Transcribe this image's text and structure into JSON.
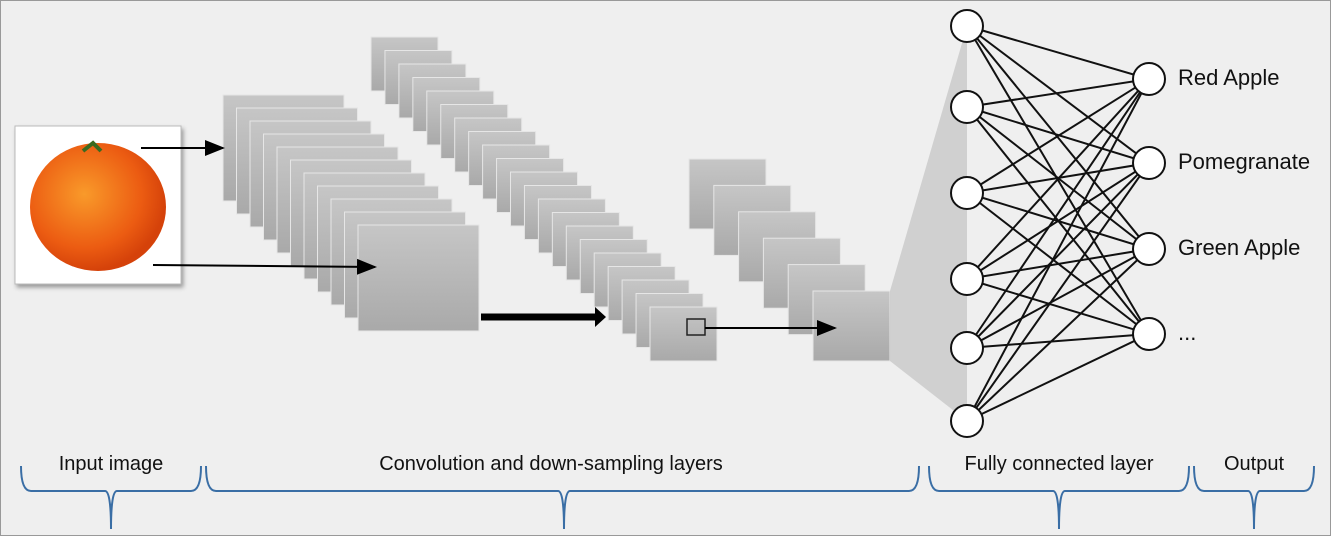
{
  "outputs": [
    "Red Apple",
    "Pomegranate",
    "Green Apple",
    "..."
  ],
  "sections": [
    "Input image",
    "Convolution and down-sampling layers",
    "Fully connected layer",
    "Output"
  ],
  "colors": {
    "brace": "#3a6ea5",
    "map": "#b4b4b4",
    "orange": "#f07a10"
  }
}
